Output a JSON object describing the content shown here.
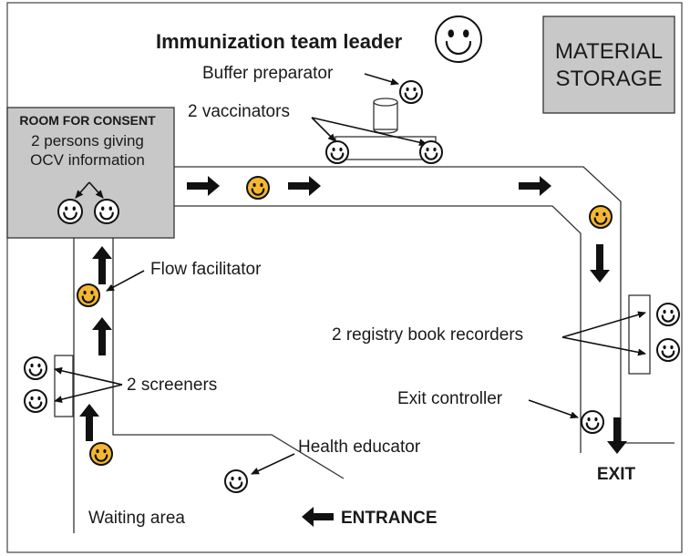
{
  "title": "Immunization team leader",
  "material_storage": [
    "MATERIAL",
    "STORAGE"
  ],
  "consent_room": {
    "heading": "ROOM FOR CONSENT",
    "line1": "2 persons giving",
    "line2": "OCV information"
  },
  "labels": {
    "buffer_preparator": "Buffer preparator",
    "vaccinators": "2 vaccinators",
    "flow_facilitator": "Flow facilitator",
    "registry_recorders": "2 registry book recorders",
    "screeners": "2 screeners",
    "exit_controller": "Exit controller",
    "health_educator": "Health educator",
    "exit": "EXIT",
    "entrance": "ENTRANCE",
    "waiting_area": "Waiting area"
  },
  "colors": {
    "staff_face": "#ffffff",
    "client_face": "#f5b731",
    "room_fill": "#c8c8c8",
    "ink": "#111111"
  }
}
